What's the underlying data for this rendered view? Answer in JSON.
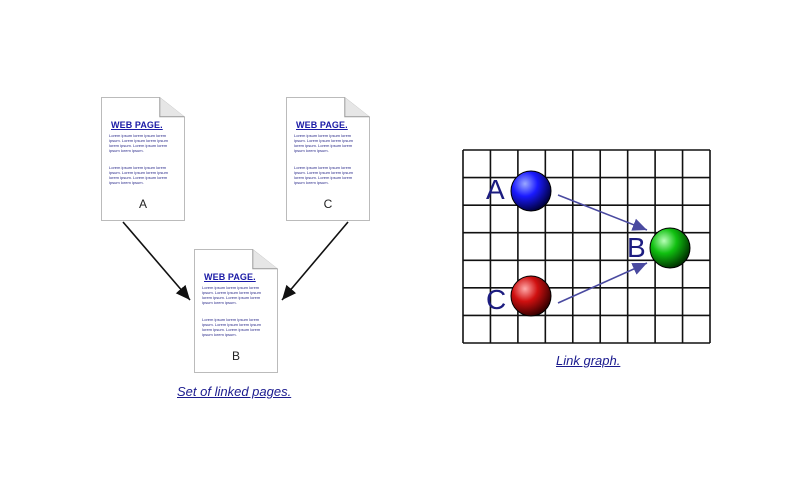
{
  "pages": [
    {
      "id": "A",
      "title": "WEB PAGE.",
      "letter": "A",
      "lorem1": "Lorem ipsum lorem ipsum lorem ipsum. Lorem ipsum lorem ipsum lorem ipsum. Lorem ipsum lorem ipsum lorem ipsum.",
      "lorem2": "Lorem ipsum lorem ipsum lorem ipsum. Lorem ipsum lorem ipsum lorem ipsum. Lorem ipsum lorem ipsum lorem ipsum."
    },
    {
      "id": "C",
      "title": "WEB PAGE.",
      "letter": "C",
      "lorem1": "Lorem ipsum lorem ipsum lorem ipsum. Lorem ipsum lorem ipsum lorem ipsum. Lorem ipsum lorem ipsum lorem ipsum.",
      "lorem2": "Lorem ipsum lorem ipsum lorem ipsum. Lorem ipsum lorem ipsum lorem ipsum. Lorem ipsum lorem ipsum lorem ipsum."
    },
    {
      "id": "B",
      "title": "WEB PAGE.",
      "letter": "B",
      "lorem1": "Lorem ipsum lorem ipsum lorem ipsum. Lorem ipsum lorem ipsum lorem ipsum. Lorem ipsum lorem ipsum lorem ipsum.",
      "lorem2": "Lorem ipsum lorem ipsum lorem ipsum. Lorem ipsum lorem ipsum lorem ipsum. Lorem ipsum lorem ipsum lorem ipsum."
    }
  ],
  "captions": {
    "left": "Set of linked pages.",
    "right": "Link graph."
  },
  "graph": {
    "nodes": [
      {
        "label": "A",
        "color": "#1a1aff"
      },
      {
        "label": "B",
        "color": "#10c010"
      },
      {
        "label": "C",
        "color": "#d01010"
      }
    ],
    "edge_color": "#4a4aa0",
    "grid_color": "#111111"
  },
  "colors": {
    "link": "#1a1a8e",
    "page_title": "#1a1aa6"
  }
}
